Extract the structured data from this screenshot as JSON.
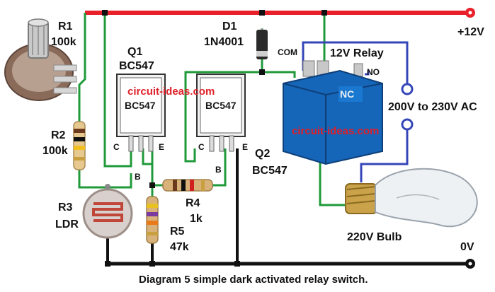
{
  "colors": {
    "positive_rail": "#e8202a",
    "ground_rail": "#111111",
    "signal_wire": "#1f9a3a",
    "ac_wire": "#3546b8",
    "relay_body": "#1565b8",
    "watermark": "#e0202a"
  },
  "rails": {
    "positive_label": "+12V",
    "ground_label": "0V"
  },
  "components": {
    "r1": {
      "name": "R1",
      "value": "100k"
    },
    "r2": {
      "name": "R2",
      "value": "100k"
    },
    "r3": {
      "name": "R3",
      "value": "LDR"
    },
    "r4": {
      "name": "R4",
      "value": "1k"
    },
    "r5": {
      "name": "R5",
      "value": "47k"
    },
    "d1": {
      "name": "D1",
      "value": "1N4001"
    },
    "q1": {
      "name": "Q1",
      "value": "BC547",
      "chip_text": "BC547",
      "pin_c": "C",
      "pin_b": "B",
      "pin_e": "E"
    },
    "q2": {
      "name": "Q2",
      "value": "BC547",
      "chip_text": "BC547",
      "pin_c": "C",
      "pin_b": "B",
      "pin_e": "E"
    },
    "relay": {
      "label": "12V Relay",
      "com": "COM",
      "no": "NO",
      "nc": "NC"
    },
    "ac_source": {
      "label": "200V to 230V AC"
    },
    "bulb": {
      "label": "220V Bulb"
    }
  },
  "watermarks": [
    "circuit-ideas.com",
    "circuit-ideas.com"
  ],
  "caption": "Diagram 5 simple dark activated relay switch."
}
